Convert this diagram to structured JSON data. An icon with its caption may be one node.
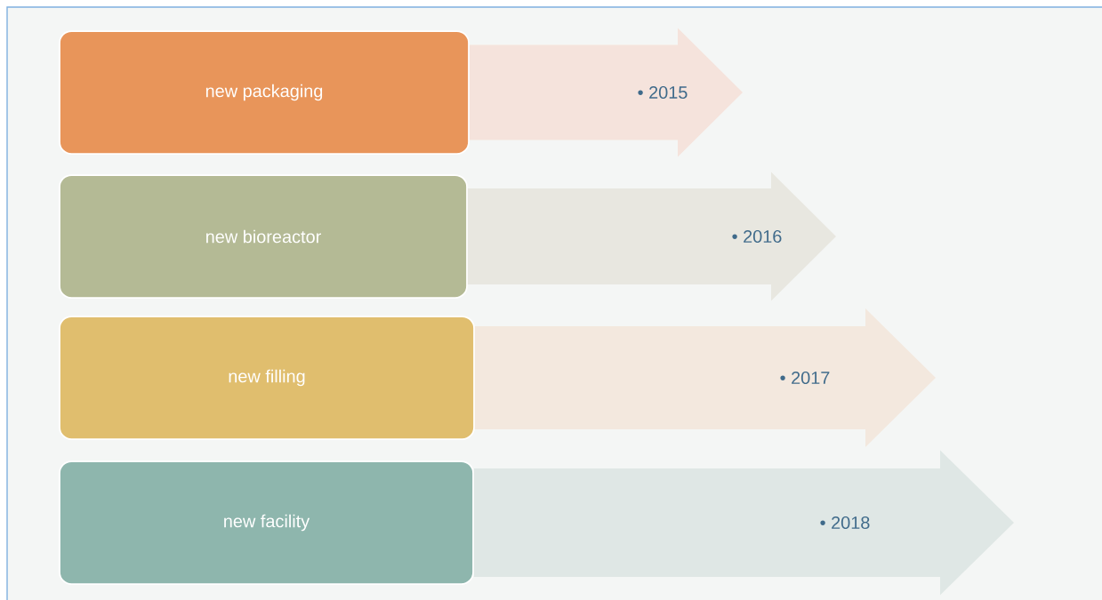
{
  "diagram": {
    "nodes": [
      {
        "text": [
          "new packaging"
        ]
      },
      {
        "text": [
          "new bioreactor"
        ]
      },
      {
        "text": [
          "new filling"
        ]
      },
      {
        "text": [
          "new facility"
        ]
      }
    ],
    "edges": [
      {
        "from": 0,
        "to": null,
        "arrow": "to",
        "label": "• 2015"
      },
      {
        "from": 1,
        "to": null,
        "arrow": "to",
        "label": "• 2016"
      },
      {
        "from": 2,
        "to": null,
        "arrow": "to",
        "label": "• 2017"
      },
      {
        "from": 3,
        "to": null,
        "arrow": "to",
        "label": "• 2018"
      }
    ]
  }
}
